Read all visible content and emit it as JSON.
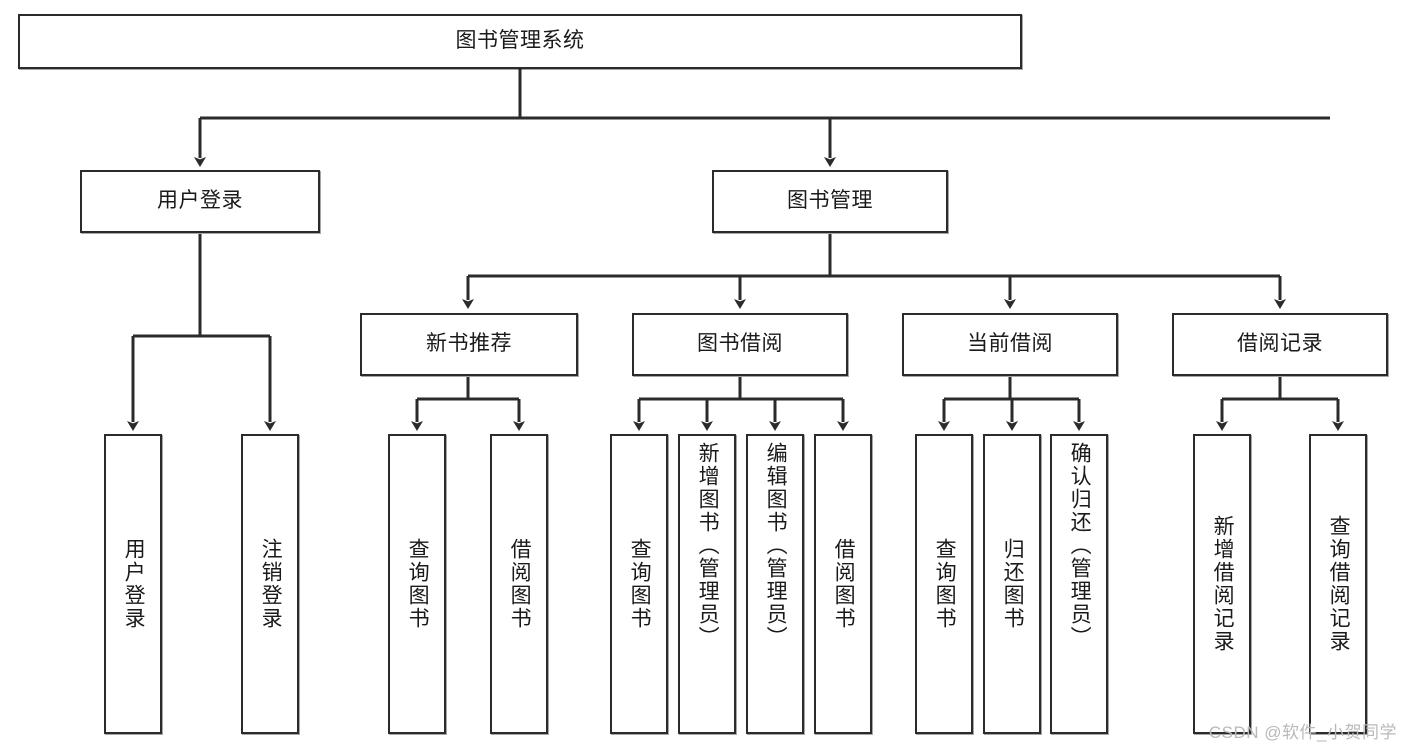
{
  "diagram": {
    "type": "tree",
    "title": "图书管理系统",
    "root": {
      "label": "图书管理系统"
    },
    "level1": [
      {
        "label": "用户登录"
      },
      {
        "label": "图书管理"
      }
    ],
    "level2": [
      {
        "label": "新书推荐"
      },
      {
        "label": "图书借阅"
      },
      {
        "label": "当前借阅"
      },
      {
        "label": "借阅记录"
      }
    ],
    "leaves": {
      "user_login": [
        {
          "label": "用户登录"
        },
        {
          "label": "注销登录"
        }
      ],
      "new_book_recommend": [
        {
          "label": "查询图书"
        },
        {
          "label": "借阅图书"
        }
      ],
      "book_borrow": [
        {
          "label": "查询图书"
        },
        {
          "label": "新增图书（管理员）"
        },
        {
          "label": "编辑图书（管理员）"
        },
        {
          "label": "借阅图书"
        }
      ],
      "current_borrow": [
        {
          "label": "查询图书"
        },
        {
          "label": "归还图书"
        },
        {
          "label": "确认归还（管理员）"
        }
      ],
      "borrow_record": [
        {
          "label": "新增借阅记录"
        },
        {
          "label": "查询借阅记录"
        }
      ]
    },
    "watermark": "CSDN @软件_小贺同学",
    "colors": {
      "stroke": "#2b2b2b",
      "fill": "#ffffff",
      "text": "#1a1a1a",
      "watermark": "#b9b9b9"
    }
  }
}
